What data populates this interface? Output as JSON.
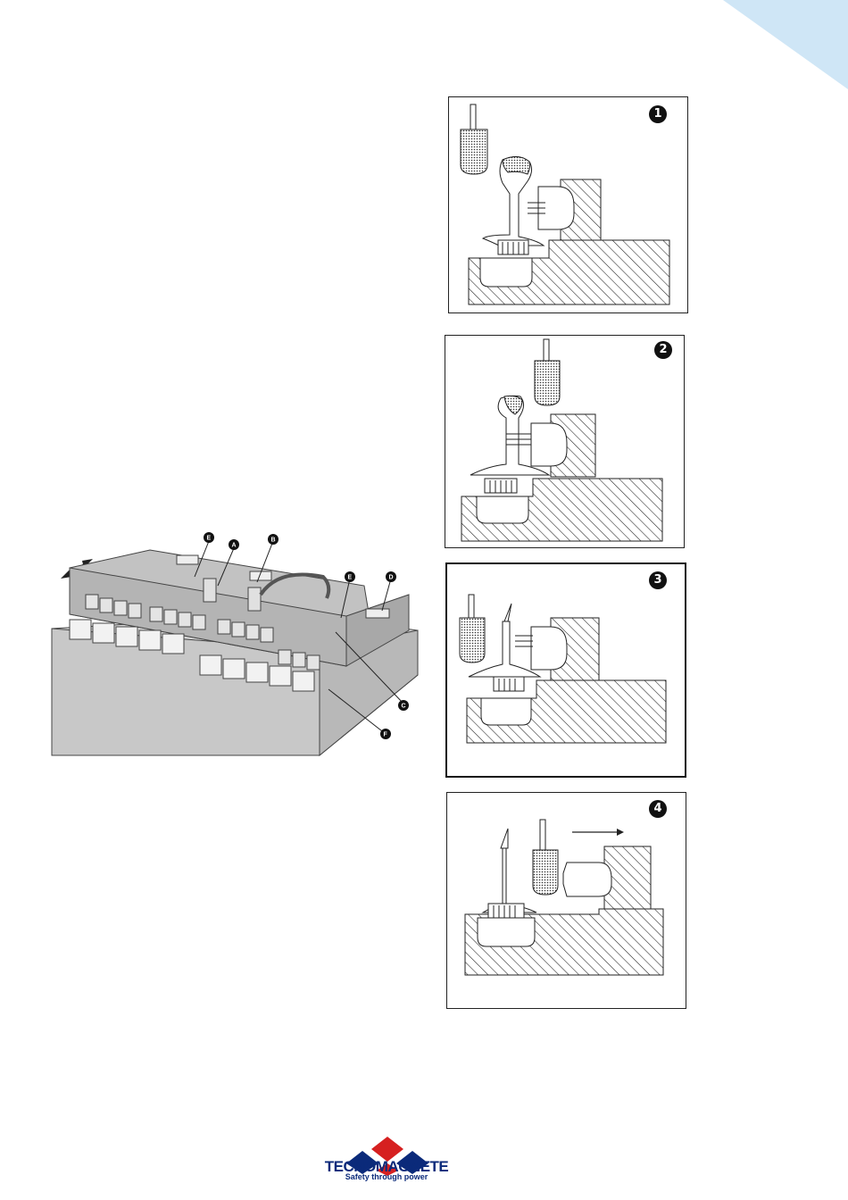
{
  "steps": [
    {
      "badge": "1"
    },
    {
      "badge": "2"
    },
    {
      "badge": "3"
    },
    {
      "badge": "4"
    }
  ],
  "callouts": [
    "E",
    "A",
    "B",
    "E",
    "D",
    "C",
    "F"
  ],
  "logo": {
    "brand": "TECNOMAGNETE",
    "tagline": "Safety through power"
  },
  "colors": {
    "accent_corner": "#cfe6f6",
    "brand_blue": "#0b2a7a",
    "brand_red": "#d62020"
  }
}
